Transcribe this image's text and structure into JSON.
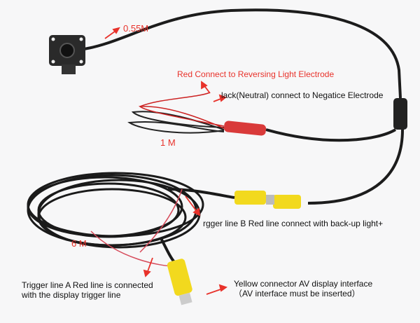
{
  "labels": {
    "camera_cable_length": "0.55M",
    "red_wire": "Red Connect to Reversing Light Electrode",
    "black_wire": "lack(Neutral) connect to Negatice Electrode",
    "power_cable_length": "1 M",
    "trigger_b": "rgger line B Red line connect with back-up light+",
    "main_cable_length": "6 M",
    "trigger_a_line1": "Trigger line A Red line is connected",
    "trigger_a_line2": "with the display trigger line",
    "yellow_line1": "Yellow connector AV display interface",
    "yellow_line2": "（AV interface must be inserted）"
  },
  "colors": {
    "annotation_red": "#e8322b",
    "connector_red": "#d93a3a",
    "connector_yellow": "#f2d91e",
    "cable": "#1c1c1c"
  }
}
